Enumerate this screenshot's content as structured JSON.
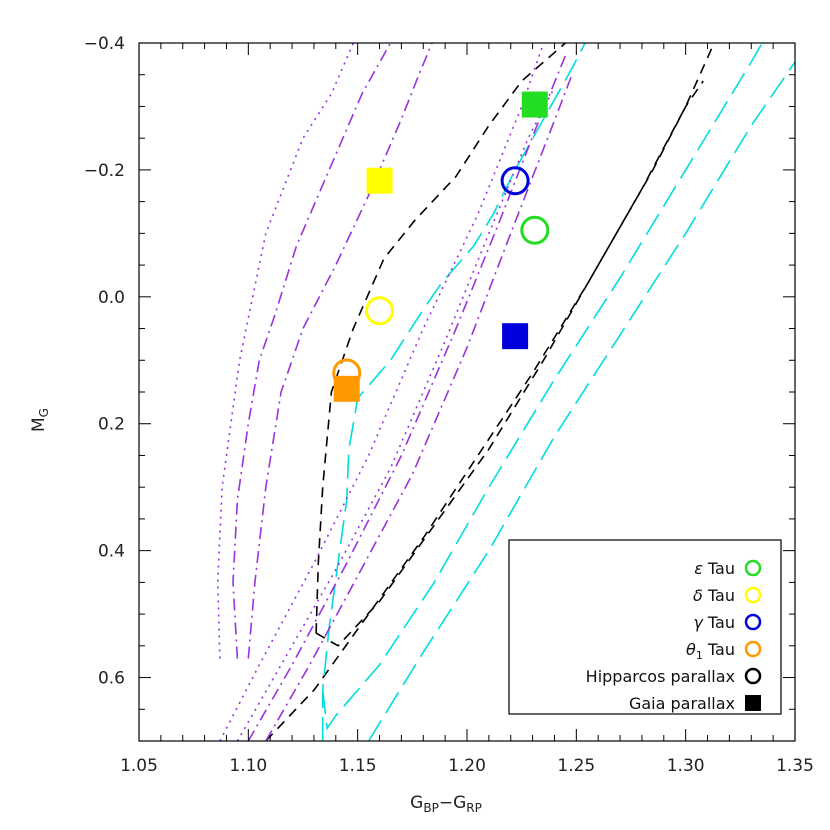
{
  "chart_data": {
    "type": "scatter",
    "title": "",
    "xlabel": {
      "main": "G",
      "sub1": "BP",
      "mid": "−G",
      "sub2": "RP"
    },
    "ylabel": {
      "main": "M",
      "sub": "G"
    },
    "xlim": [
      1.05,
      1.35
    ],
    "ylim": [
      0.7,
      -0.4
    ],
    "x_ticks": [
      1.05,
      1.1,
      1.15,
      1.2,
      1.25,
      1.3,
      1.35
    ],
    "x_tick_labels": [
      "1.05",
      "1.10",
      "1.15",
      "1.20",
      "1.25",
      "1.30",
      "1.35"
    ],
    "y_ticks": [
      -0.4,
      -0.2,
      0.0,
      0.2,
      0.4,
      0.6
    ],
    "y_tick_labels": [
      "−0.4",
      "−0.2",
      "0.0",
      "0.2",
      "0.4",
      "0.6"
    ],
    "grid": false,
    "legend_position": "bottom-right",
    "legend": [
      {
        "label_symbol": "ε",
        "label_text": "Tau",
        "marker": "circle",
        "color": "#22dd22"
      },
      {
        "label_symbol": "δ",
        "label_text": "Tau",
        "marker": "circle",
        "color": "#ffff00"
      },
      {
        "label_symbol": "γ",
        "label_text": "Tau",
        "marker": "circle",
        "color": "#0000dd"
      },
      {
        "label_symbol": "θ",
        "label_sub": "1",
        "label_text": "Tau",
        "marker": "circle",
        "color": "#ff9900"
      },
      {
        "label_text": "Hipparcos parallax",
        "marker": "circle",
        "color": "#000000"
      },
      {
        "label_text": "Gaia parallax",
        "marker": "square",
        "color": "#000000"
      }
    ],
    "points": [
      {
        "star": "ε Tau",
        "source": "Hipparcos",
        "x": 1.231,
        "y": -0.105,
        "marker": "circle",
        "color": "#22dd22"
      },
      {
        "star": "ε Tau",
        "source": "Gaia",
        "x": 1.231,
        "y": -0.303,
        "marker": "square",
        "color": "#22dd22"
      },
      {
        "star": "δ Tau",
        "source": "Hipparcos",
        "x": 1.16,
        "y": 0.022,
        "marker": "circle",
        "color": "#ffff00"
      },
      {
        "star": "δ Tau",
        "source": "Gaia",
        "x": 1.16,
        "y": -0.183,
        "marker": "square",
        "color": "#ffff00"
      },
      {
        "star": "γ Tau",
        "source": "Hipparcos",
        "x": 1.222,
        "y": -0.183,
        "marker": "circle",
        "color": "#0000dd"
      },
      {
        "star": "γ Tau",
        "source": "Gaia",
        "x": 1.222,
        "y": 0.062,
        "marker": "square",
        "color": "#0000dd"
      },
      {
        "star": "θ1 Tau",
        "source": "Gaia",
        "x": 1.145,
        "y": 0.145,
        "marker": "square",
        "color": "#ff9900"
      },
      {
        "star": "θ1 Tau",
        "source": "Hipparcos",
        "x": 1.145,
        "y": 0.12,
        "marker": "circle",
        "color": "#ff9900"
      }
    ],
    "series": [
      {
        "color": "#000000",
        "dash": "10,7",
        "points": [
          [
            1.108,
            0.7
          ],
          [
            1.13,
            0.62
          ],
          [
            1.155,
            0.5
          ],
          [
            1.18,
            0.38
          ],
          [
            1.205,
            0.25
          ],
          [
            1.23,
            0.12
          ],
          [
            1.255,
            -0.02
          ],
          [
            1.28,
            -0.17
          ],
          [
            1.3,
            -0.3
          ],
          [
            1.313,
            -0.4
          ]
        ]
      },
      {
        "color": "#000000",
        "dash": "10,7",
        "points": [
          [
            1.131,
            0.53
          ],
          [
            1.132,
            0.42
          ],
          [
            1.134,
            0.3
          ],
          [
            1.138,
            0.15
          ],
          [
            1.148,
            0.05
          ],
          [
            1.162,
            -0.06
          ],
          [
            1.176,
            -0.12
          ],
          [
            1.195,
            -0.19
          ],
          [
            1.21,
            -0.27
          ],
          [
            1.225,
            -0.34
          ],
          [
            1.245,
            -0.4
          ]
        ]
      },
      {
        "color": "#000000",
        "dash": "10,7",
        "points": [
          [
            1.131,
            0.53
          ],
          [
            1.141,
            0.55
          ],
          [
            1.16,
            0.48
          ],
          [
            1.185,
            0.36
          ],
          [
            1.21,
            0.24
          ],
          [
            1.235,
            0.1
          ],
          [
            1.26,
            -0.05
          ],
          [
            1.285,
            -0.2
          ],
          [
            1.3,
            -0.3
          ],
          [
            1.308,
            -0.34
          ]
        ]
      },
      {
        "color": "#00dddd",
        "dash": "24,9",
        "points": [
          [
            1.134,
            0.7
          ],
          [
            1.134,
            0.62
          ],
          [
            1.137,
            0.52
          ],
          [
            1.141,
            0.42
          ],
          [
            1.145,
            0.32
          ],
          [
            1.146,
            0.24
          ],
          [
            1.15,
            0.16
          ],
          [
            1.165,
            0.1
          ],
          [
            1.18,
            0.02
          ],
          [
            1.188,
            -0.02
          ],
          [
            1.203,
            -0.08
          ],
          [
            1.212,
            -0.13
          ],
          [
            1.222,
            -0.2
          ],
          [
            1.235,
            -0.28
          ],
          [
            1.248,
            -0.36
          ],
          [
            1.254,
            -0.4
          ]
        ]
      },
      {
        "color": "#00dddd",
        "dash": "24,9",
        "points": [
          [
            1.134,
            0.62
          ],
          [
            1.136,
            0.68
          ],
          [
            1.14,
            0.66
          ],
          [
            1.16,
            0.58
          ],
          [
            1.185,
            0.45
          ],
          [
            1.21,
            0.3
          ],
          [
            1.24,
            0.13
          ],
          [
            1.27,
            -0.03
          ],
          [
            1.3,
            -0.2
          ],
          [
            1.33,
            -0.37
          ],
          [
            1.335,
            -0.4
          ]
        ]
      },
      {
        "color": "#00dddd",
        "dash": "24,9",
        "points": [
          [
            1.155,
            0.7
          ],
          [
            1.18,
            0.56
          ],
          [
            1.21,
            0.4
          ],
          [
            1.24,
            0.22
          ],
          [
            1.27,
            0.06
          ],
          [
            1.3,
            -0.1
          ],
          [
            1.33,
            -0.27
          ],
          [
            1.35,
            -0.37
          ]
        ]
      },
      {
        "color": "#9933dd",
        "dash": "2,5",
        "points": [
          [
            1.087,
            0.57
          ],
          [
            1.086,
            0.45
          ],
          [
            1.088,
            0.3
          ],
          [
            1.096,
            0.1
          ],
          [
            1.108,
            -0.1
          ],
          [
            1.125,
            -0.25
          ],
          [
            1.138,
            -0.32
          ],
          [
            1.148,
            -0.4
          ]
        ]
      },
      {
        "color": "#9933dd",
        "dash": "2,5",
        "points": [
          [
            1.087,
            0.7
          ],
          [
            1.105,
            0.58
          ],
          [
            1.13,
            0.42
          ],
          [
            1.155,
            0.25
          ],
          [
            1.18,
            0.05
          ],
          [
            1.205,
            -0.13
          ],
          [
            1.225,
            -0.3
          ],
          [
            1.235,
            -0.4
          ]
        ]
      },
      {
        "color": "#9933dd",
        "dash": "2,5",
        "points": [
          [
            1.095,
            0.7
          ],
          [
            1.115,
            0.58
          ],
          [
            1.14,
            0.43
          ],
          [
            1.165,
            0.27
          ],
          [
            1.19,
            0.07
          ],
          [
            1.21,
            -0.1
          ],
          [
            1.228,
            -0.25
          ],
          [
            1.24,
            -0.33
          ]
        ]
      },
      {
        "color": "#9933dd",
        "dash": "12,5,2,5",
        "points": [
          [
            1.095,
            0.57
          ],
          [
            1.093,
            0.45
          ],
          [
            1.095,
            0.32
          ],
          [
            1.1,
            0.2
          ],
          [
            1.105,
            0.1
          ],
          [
            1.112,
            0.03
          ],
          [
            1.122,
            -0.08
          ],
          [
            1.137,
            -0.2
          ],
          [
            1.152,
            -0.32
          ],
          [
            1.165,
            -0.4
          ]
        ]
      },
      {
        "color": "#9933dd",
        "dash": "12,5,2,5",
        "points": [
          [
            1.1,
            0.57
          ],
          [
            1.103,
            0.45
          ],
          [
            1.108,
            0.3
          ],
          [
            1.115,
            0.15
          ],
          [
            1.125,
            0.05
          ],
          [
            1.14,
            -0.05
          ],
          [
            1.155,
            -0.16
          ],
          [
            1.17,
            -0.28
          ],
          [
            1.178,
            -0.35
          ],
          [
            1.184,
            -0.4
          ]
        ]
      },
      {
        "color": "#9933dd",
        "dash": "12,5,2,5",
        "points": [
          [
            1.1,
            0.7
          ],
          [
            1.12,
            0.58
          ],
          [
            1.145,
            0.42
          ],
          [
            1.17,
            0.25
          ],
          [
            1.195,
            0.05
          ],
          [
            1.215,
            -0.12
          ],
          [
            1.232,
            -0.27
          ],
          [
            1.245,
            -0.38
          ]
        ]
      },
      {
        "color": "#9933dd",
        "dash": "12,5,2,5",
        "points": [
          [
            1.108,
            0.7
          ],
          [
            1.128,
            0.58
          ],
          [
            1.15,
            0.44
          ],
          [
            1.175,
            0.28
          ],
          [
            1.2,
            0.08
          ],
          [
            1.22,
            -0.1
          ],
          [
            1.238,
            -0.26
          ],
          [
            1.248,
            -0.35
          ]
        ]
      }
    ]
  }
}
